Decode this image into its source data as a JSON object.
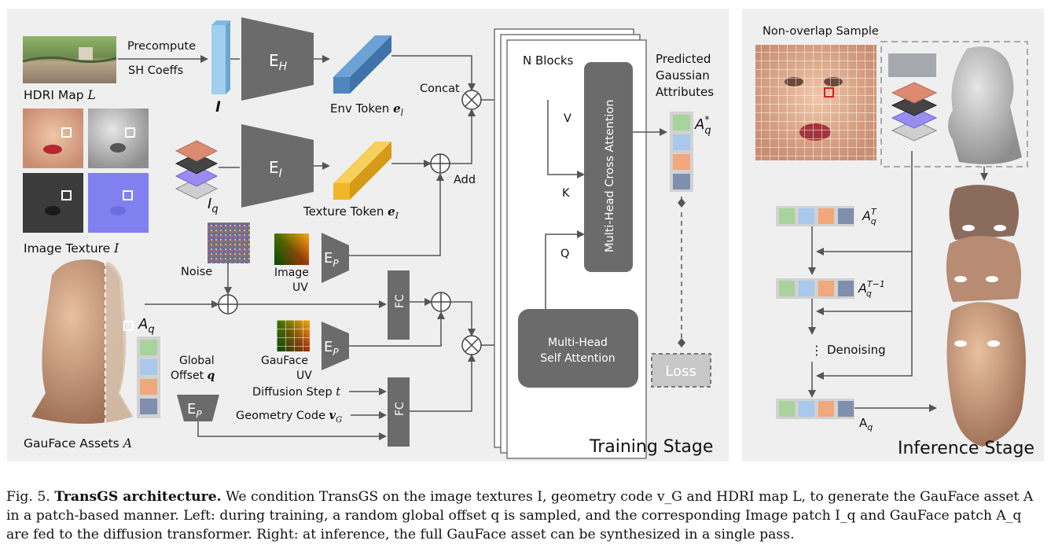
{
  "training": {
    "stage_label": "Training Stage",
    "hdri_label": "HDRI Map",
    "hdri_var": "L",
    "precompute": "Precompute",
    "sh_coeffs": "SH Coeffs",
    "l_symbol": "l",
    "env_encoder": "E",
    "env_encoder_sub": "H",
    "tex_encoder": "E",
    "tex_encoder_sub": "I",
    "env_token": "Env Token",
    "env_token_var": "e",
    "env_token_sub": "l",
    "texture_token": "Texture Token",
    "texture_token_var": "e",
    "texture_token_sub": "I",
    "concat": "Concat",
    "add": "Add",
    "iq": "I",
    "iq_sub": "q",
    "image_texture": "Image Texture",
    "image_texture_var": "I",
    "noise": "Noise",
    "image_uv": [
      "Image",
      "UV"
    ],
    "gauface_uv": [
      "GauFace",
      "UV"
    ],
    "ep": "E",
    "ep_sub": "P",
    "fc": "FC",
    "global_offset": [
      "Global",
      "Offset"
    ],
    "global_offset_var": "q",
    "diffusion_step": "Diffusion Step",
    "diffusion_step_var": "t",
    "geometry_code": "Geometry Code",
    "geometry_code_var": "v",
    "geometry_code_sub": "G",
    "gauface_assets": "GauFace Assets",
    "gauface_assets_var": "A",
    "aq": "A",
    "aq_sub": "q",
    "n_blocks": "N Blocks",
    "cross_attention": "Multi-Head Cross Attention",
    "self_attention": [
      "Multi-Head",
      "Self Attention"
    ],
    "v": "V",
    "k": "K",
    "q": "Q",
    "predicted": [
      "Predicted",
      "Gaussian",
      "Attributes"
    ],
    "aq_star": "A",
    "aq_star_sup": "*",
    "aq_star_sub": "q",
    "loss": "Loss"
  },
  "inference": {
    "stage_label": "Inference Stage",
    "non_overlap": "Non-overlap Sample",
    "aqT": "A",
    "aqT_sup": "T",
    "aqT_sub": "q",
    "aqT1": "A",
    "aqT1_sup": "T−1",
    "aqT1_sub": "q",
    "denoising": "Denoising",
    "aq_final": "A",
    "aq_final_sub": "q"
  },
  "caption": {
    "fig": "Fig. 5.",
    "title": "TransGS architecture.",
    "body": "We condition TransGS on the image textures I, geometry code v_G and HDRI map L, to generate the GauFace asset A in a patch-based manner. Left: during training, a random global offset q is sampled, and the corresponding Image patch I_q and GauFace patch A_q are fed to the diffusion transformer. Right: at inference, the full GauFace asset can be synthesized in a single pass."
  },
  "colors": {
    "panel_bg": "#efefef",
    "block_gray": "#6b6b6b",
    "env_blue": "#4f86c0",
    "tex_yellow": "#f0b52a",
    "l_bar": "#9fd0ee",
    "attr_green": "#a8d39a",
    "attr_blue": "#a8c8ec",
    "attr_orange": "#f2a77c",
    "attr_slate": "#7f8fad"
  }
}
